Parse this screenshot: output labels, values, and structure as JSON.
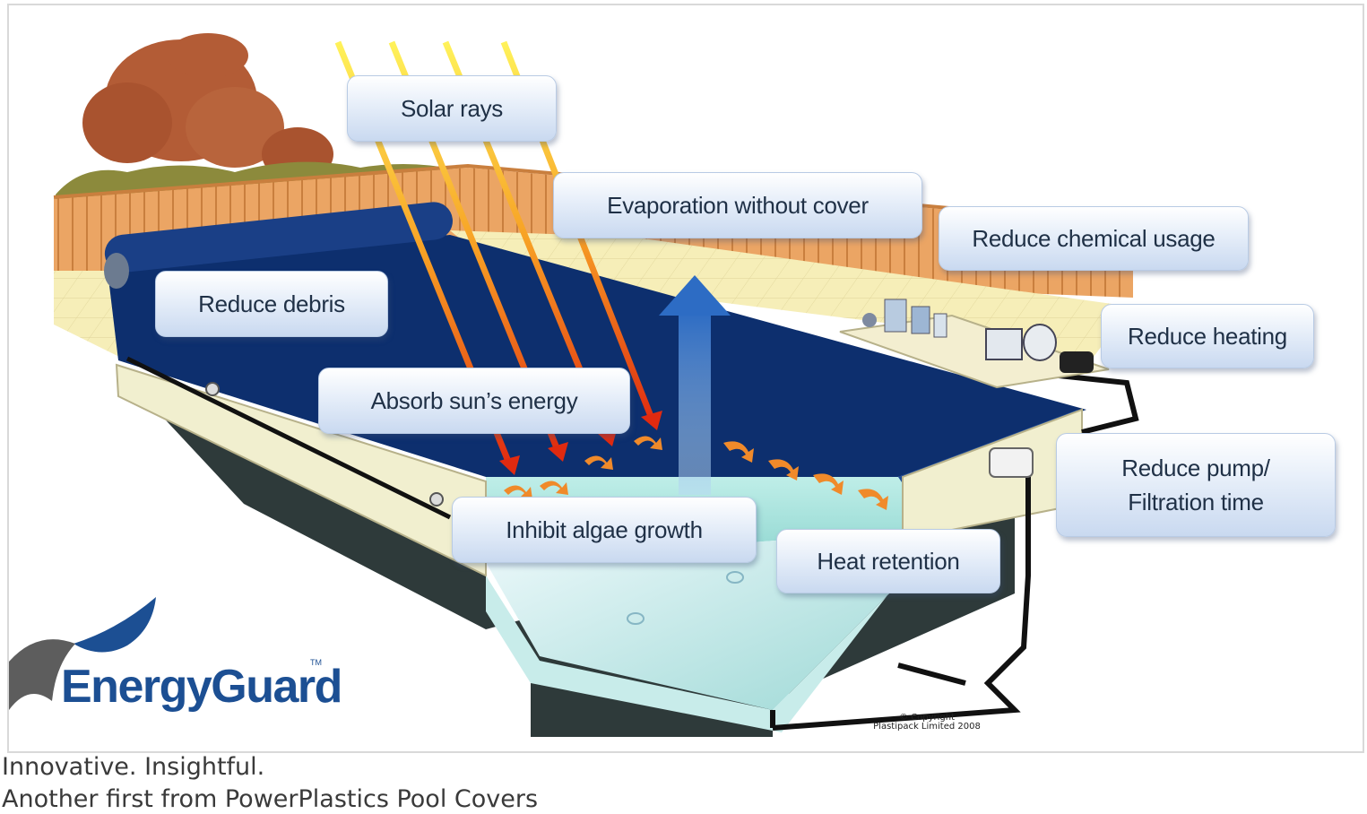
{
  "labels": {
    "solar_rays": "Solar rays",
    "evaporation": "Evaporation without cover",
    "reduce_chemical": "Reduce chemical usage",
    "reduce_debris": "Reduce debris",
    "reduce_heating": "Reduce heating",
    "absorb_energy": "Absorb sun’s energy",
    "reduce_pump_line1": "Reduce pump/",
    "reduce_pump_line2": "Filtration time",
    "inhibit_algae": "Inhibit algae growth",
    "heat_retention": "Heat retention"
  },
  "logo": {
    "brand": "EnergyGuard",
    "trademark": "TM"
  },
  "copyright": {
    "line1": "© Copyright",
    "line2": "Plastipack Limited 2008"
  },
  "tagline": {
    "line1": "Innovative. Insightful.",
    "line2": "Another first from PowerPlastics Pool Covers"
  },
  "colors": {
    "label_text": "#1f3046",
    "pool_water": "#0d2f6e",
    "brand_blue": "#1c4f93",
    "fence": "#e8a15e",
    "tree": "#b35c36"
  }
}
